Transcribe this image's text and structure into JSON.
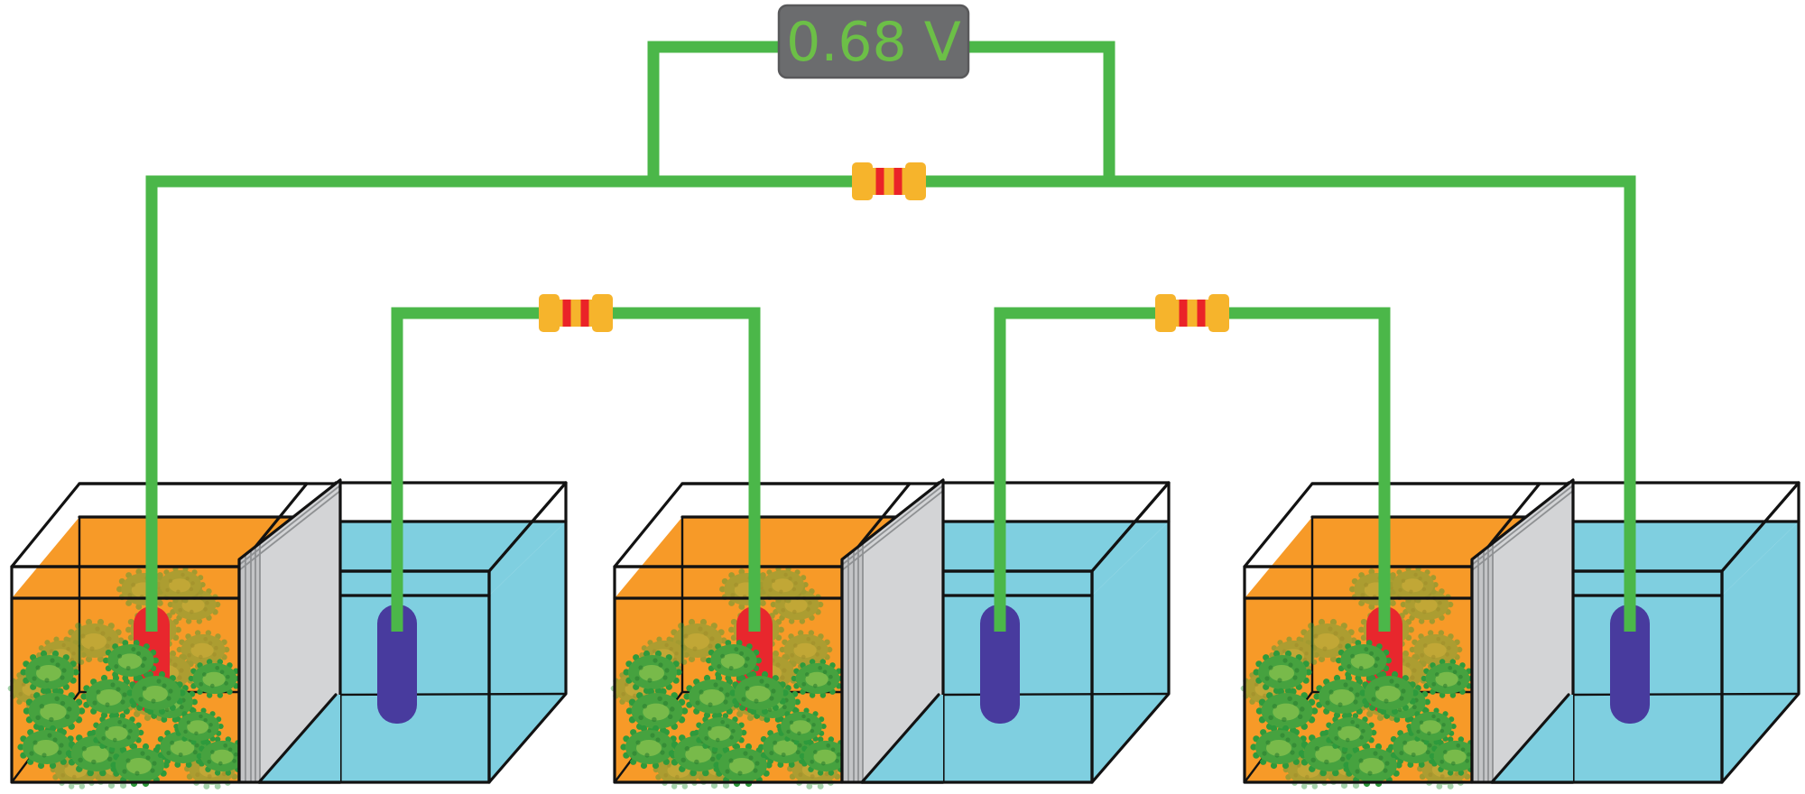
{
  "voltmeter": {
    "reading": "0.68 V"
  },
  "circuit": {
    "cell_count": 3,
    "resistor_count": 3,
    "description_elements": [
      "voltmeter",
      "load-resistor",
      "series-resistor-1-2",
      "series-resistor-2-3"
    ]
  },
  "colors": {
    "wire": "#4bb749",
    "outline": "#121212",
    "anolyte": "#f79a28",
    "catholyte": "#7fcfe0",
    "membrane_face": "#d3d4d6",
    "membrane_edge": "#c3c4c6",
    "membrane_seam": "#8f9193",
    "anode_electrode": "#e8272d",
    "cathode_electrode": "#483b9e",
    "resistor_body": "#f6b42c",
    "resistor_stripe": "#ea2328",
    "microbe": "#46a23f",
    "microbe_spike": "#2e9a3c",
    "microbe_dot_dark": "#2c7f30",
    "microbe_dot_light": "#8ac24f",
    "voltmeter_bg": "#6b6c6e",
    "voltmeter_border": "#59595b",
    "voltmeter_text": "#6cbf47"
  },
  "microbes": {
    "bright": [
      [
        45,
        225,
        1.0
      ],
      [
        135,
        212,
        0.95
      ],
      [
        50,
        268,
        1.05
      ],
      [
        112,
        252,
        1.0
      ],
      [
        178,
        258,
        0.95
      ],
      [
        228,
        232,
        0.9
      ],
      [
        42,
        308,
        1.0
      ],
      [
        97,
        315,
        1.05
      ],
      [
        145,
        328,
        1.0
      ],
      [
        193,
        308,
        0.95
      ],
      [
        237,
        318,
        0.9
      ],
      [
        163,
        248,
        1.0
      ],
      [
        120,
        292,
        0.9
      ],
      [
        210,
        285,
        0.85
      ]
    ],
    "faded": [
      [
        95,
        190,
        1.0
      ],
      [
        160,
        178,
        0.95
      ],
      [
        215,
        200,
        0.9
      ],
      [
        58,
        206,
        0.85
      ],
      [
        150,
        133,
        0.95
      ],
      [
        205,
        150,
        0.9
      ],
      [
        28,
        243,
        0.9
      ],
      [
        175,
        225,
        1.0
      ],
      [
        160,
        255,
        1.0
      ],
      [
        120,
        330,
        1.0
      ],
      [
        225,
        332,
        0.95
      ],
      [
        75,
        333,
        0.9
      ],
      [
        190,
        128,
        0.85
      ]
    ]
  }
}
